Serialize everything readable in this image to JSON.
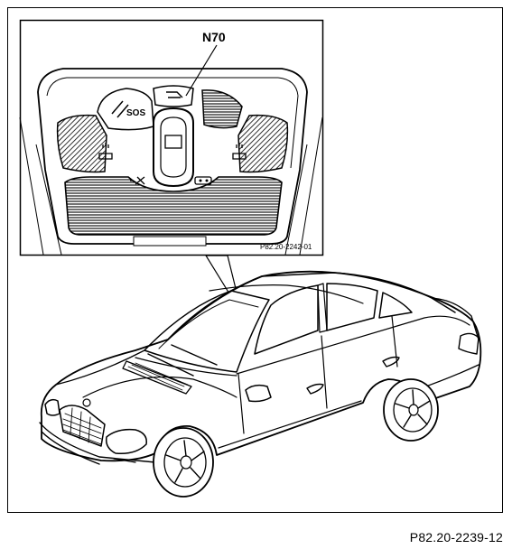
{
  "diagram": {
    "component_label": "N70",
    "detail_reference": "P82.20-2242-01",
    "sos_label": "SOS",
    "figure_reference": "P82.20-2239-12"
  },
  "colors": {
    "line": "#000000",
    "background": "#ffffff"
  }
}
